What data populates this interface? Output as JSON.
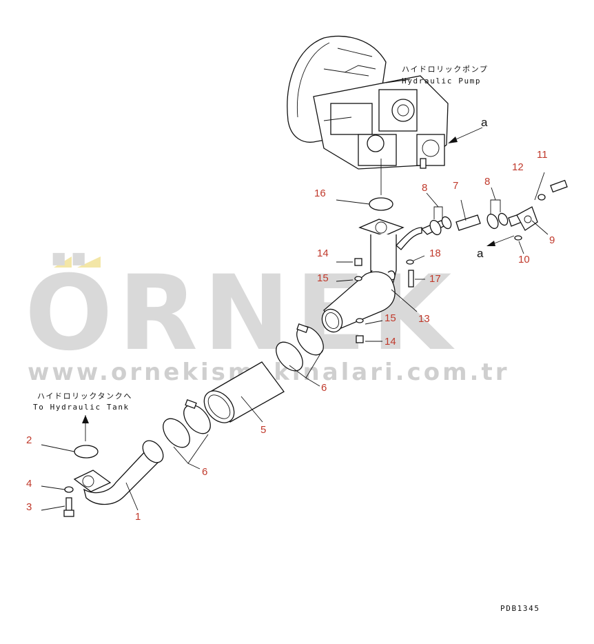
{
  "watermark": {
    "brand": "ÖRNEK",
    "url": "www.ornekismakinalari.com.tr",
    "accent_color": "#f3e6a6"
  },
  "labels": {
    "pump_jp": "ハイドロリックポンプ",
    "pump_en": "Hydraulic Pump",
    "tank_jp": "ハイドロリックタンクへ",
    "tank_en": "To Hydraulic Tank",
    "ref_a_top": "a",
    "ref_a_bottom": "a",
    "drawing_code": "PDB1345"
  },
  "callouts": {
    "c1": "1",
    "c2": "2",
    "c3": "3",
    "c4": "4",
    "c5": "5",
    "c6a": "6",
    "c6b": "6",
    "c7": "7",
    "c8a": "8",
    "c8b": "8",
    "c9": "9",
    "c10": "10",
    "c11": "11",
    "c12": "12",
    "c13": "13",
    "c14a": "14",
    "c14b": "14",
    "c15a": "15",
    "c15b": "15",
    "c16": "16",
    "c17": "17",
    "c18": "18"
  },
  "colors": {
    "callout": "#c0392b",
    "line": "#111111",
    "watermark": "#d9d9d9"
  }
}
